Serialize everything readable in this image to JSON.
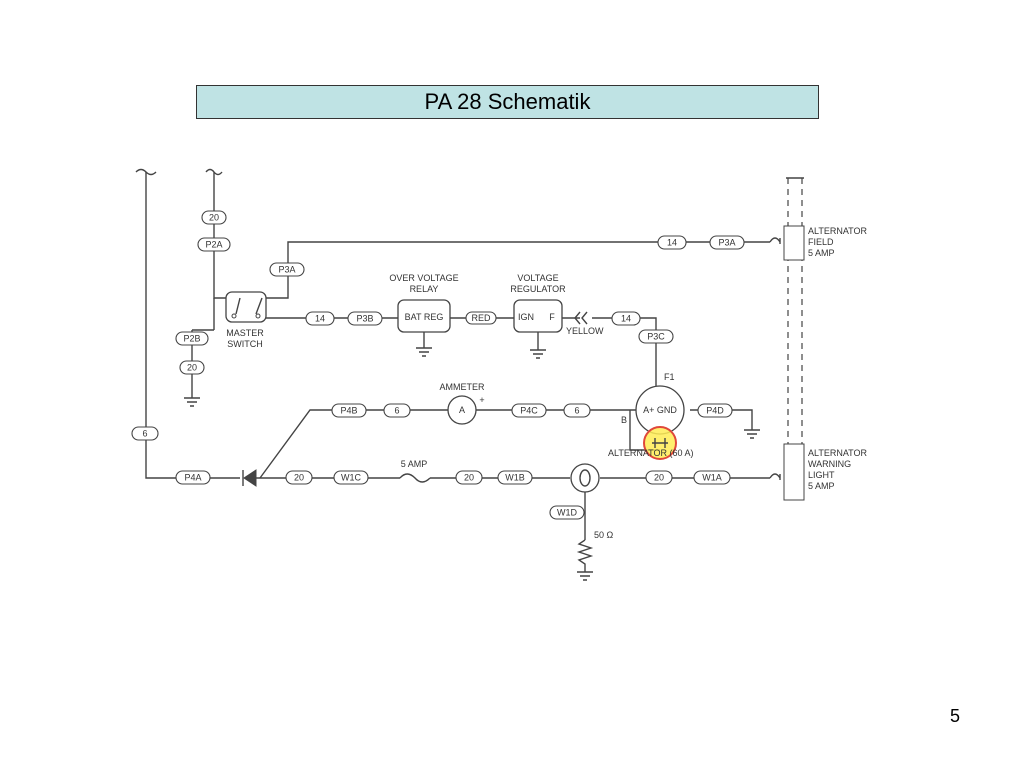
{
  "slide": {
    "title": "PA 28 Schematik",
    "page_number": "5"
  },
  "components": {
    "master_switch": [
      "MASTER",
      "SWITCH"
    ],
    "over_voltage_relay": [
      "OVER VOLTAGE",
      "RELAY"
    ],
    "over_voltage_relay_box": "BAT REG",
    "voltage_regulator": [
      "VOLTAGE",
      "REGULATOR"
    ],
    "voltage_regulator_ign": "IGN",
    "voltage_regulator_f": "F",
    "ammeter_label": "AMMETER",
    "ammeter_symbol": "A",
    "ammeter_plus": "+",
    "alternator_label": "ALTERNATOR (60 A)",
    "alternator_terminals": "A+ GND",
    "alternator_f1": "F1",
    "alternator_b": "B",
    "fuse_label": "5 AMP",
    "resistor_label": "50 Ω",
    "wire_red": "RED",
    "wire_yellow": "YELLOW",
    "alt_field_cb": [
      "ALTERNATOR",
      "FIELD",
      "5 AMP"
    ],
    "alt_warning_cb": [
      "ALTERNATOR",
      "WARNING",
      "LIGHT",
      "5 AMP"
    ]
  },
  "wire_tags": {
    "t20_top": "20",
    "p2a": "P2A",
    "p3a_left": "P3A",
    "p2b": "P2B",
    "t20_bottom": "20",
    "t14_top": "14",
    "p3a_right": "P3A",
    "t14_mid": "14",
    "p3b": "P3B",
    "t14_right": "14",
    "p3c": "P3C",
    "p4b": "P4B",
    "t6_a": "6",
    "p4c": "P4C",
    "t6_b": "6",
    "p4d": "P4D",
    "t6_left": "6",
    "p4a": "P4A",
    "t20_a": "20",
    "w1c": "W1C",
    "t20_b": "20",
    "w1b": "W1B",
    "t20_c": "20",
    "w1a": "W1A",
    "w1d": "W1D"
  }
}
